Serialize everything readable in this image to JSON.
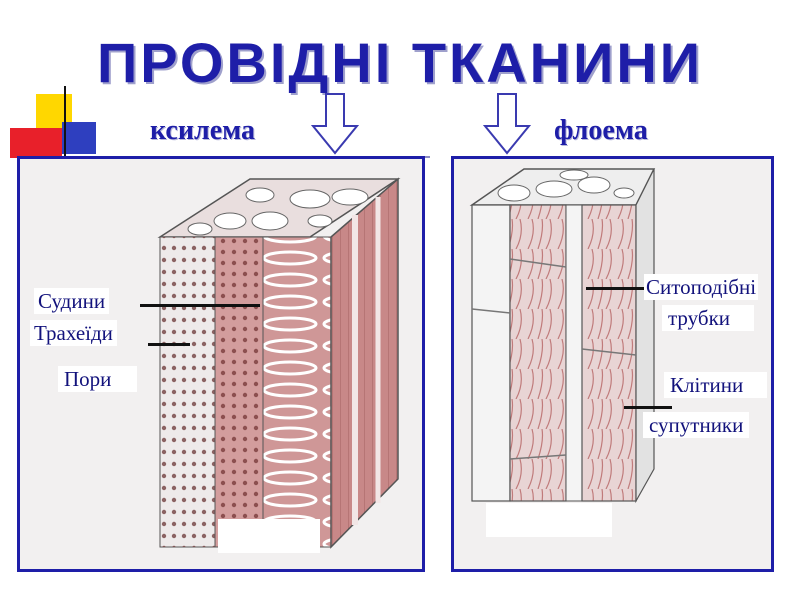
{
  "title": "ПРОВІДНІ ТКАНИНИ",
  "xylem": {
    "heading": "ксилема",
    "labels": {
      "vessels": "Судини",
      "tracheids": "Трахеїди",
      "pores": "Пори"
    }
  },
  "phloem": {
    "heading": "флоема",
    "labels": {
      "sieve_line1": "Ситоподібні",
      "sieve_line2": "трубки",
      "companion_line1": "Клітини",
      "companion_line2": "супутники"
    }
  },
  "colors": {
    "accent": "#1e1ea8",
    "tissue": "#c98f8f",
    "deco_yellow": "#ffd700",
    "deco_red": "#e8202a",
    "deco_blue": "#2e3fbf"
  }
}
